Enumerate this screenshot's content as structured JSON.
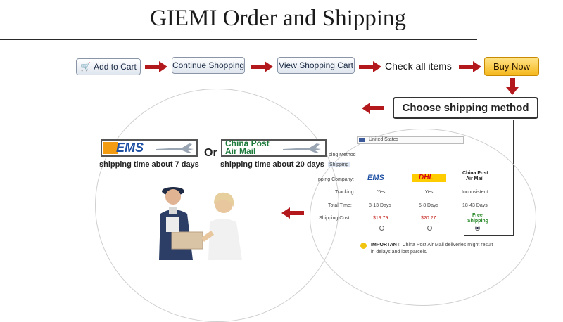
{
  "title": "GIEMI Order and Shipping",
  "flow": {
    "add_to_cart": "Add to Cart",
    "continue_shopping": "Continue Shopping",
    "view_cart": "View Shopping Cart",
    "check_items": "Check all items",
    "buy_now": "Buy Now",
    "choose_shipping": "Choose shipping method"
  },
  "options": {
    "ems_logo": "EMS",
    "ems_time": "shipping time about 7 days",
    "or": "Or",
    "china_post_line1": "China Post",
    "china_post_line2": "Air Mail",
    "china_post_time": "shipping time about 20 days"
  },
  "table": {
    "country": "United States",
    "section": "ping Method",
    "section_tab": "Shipping",
    "company_label": "pping Company:",
    "tracking_label": "Tracking:",
    "total_time_label": "Total Time:",
    "cost_label": "Shipping Cost:",
    "carriers": [
      {
        "name": "EMS",
        "tracking": "Yes",
        "time": "8-13 Days",
        "cost": "$19.79",
        "selected": false
      },
      {
        "name": "DHL",
        "tracking": "Yes",
        "time": "5-8 Days",
        "cost": "$20.27",
        "selected": false
      },
      {
        "name": "China Post Air Mail",
        "tracking": "Inconsistent",
        "time": "18-43 Days",
        "cost": "Free Shipping",
        "selected": true
      }
    ],
    "china_post_header_line1": "China Post",
    "china_post_header_line2": "Air Mail",
    "free_line1": "Free",
    "free_line2": "Shipping",
    "important_label": "IMPORTANT:",
    "important_text": "China Post Air Mail deliveries might result",
    "important_text2": "in delays and lost parcels."
  },
  "colors": {
    "arrow": "#b3191c",
    "ems_blue": "#1d4fa3",
    "china_post_green": "#1c7a3a",
    "dhl_red": "#d40511",
    "dhl_yellow": "#ffcc00"
  }
}
